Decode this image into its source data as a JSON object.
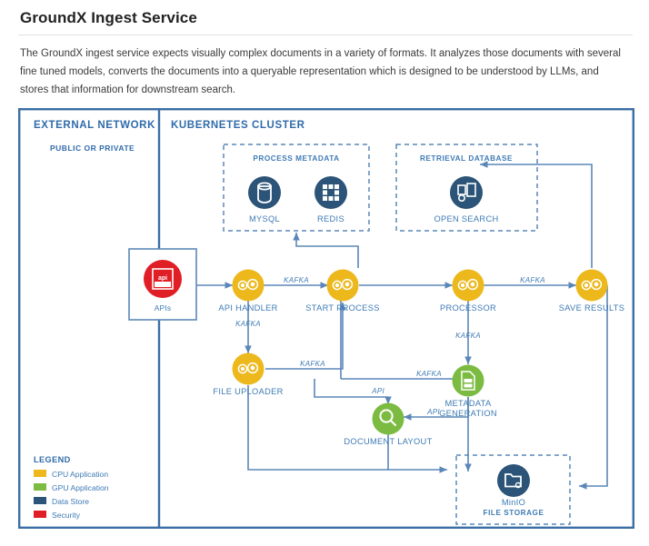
{
  "page": {
    "title": "GroundX Ingest Service",
    "intro": "The GroundX ingest service expects visually complex documents in a variety of formats. It analyzes those documents with several fine tuned models, converts the documents into a queryable representation which is designed to be understood by LLMs, and stores that information for downstream search."
  },
  "colors": {
    "blue_line": "#5b87b8",
    "blue_text": "#2f6bab",
    "dark_blue": "#1f5080",
    "cpu_yellow": "#ecb81c",
    "gpu_green": "#7cbb42",
    "security_red": "#e01e25",
    "border_blue": "#3a6ea5"
  },
  "diagram": {
    "zones": [
      {
        "id": "external-network",
        "label": "EXTERNAL NETWORK",
        "sublabel": "PUBLIC OR PRIVATE"
      },
      {
        "id": "kubernetes-cluster",
        "label": "KUBERNETES CLUSTER",
        "sublabel": ""
      }
    ],
    "groups": [
      {
        "id": "process-metadata",
        "label": "PROCESS METADATA"
      },
      {
        "id": "retrieval-database",
        "label": "RETRIEVAL DATABASE"
      },
      {
        "id": "file-storage",
        "label": "FILE STORAGE"
      }
    ],
    "nodes": [
      {
        "id": "apis",
        "label": "APIs",
        "type": "security",
        "icon": "api-icon",
        "icon_text": "api"
      },
      {
        "id": "api-handler",
        "label": "API HANDLER",
        "type": "cpu",
        "icon": "gears-icon"
      },
      {
        "id": "start-process",
        "label": "START PROCESS",
        "type": "cpu",
        "icon": "gears-icon"
      },
      {
        "id": "processor",
        "label": "PROCESSOR",
        "type": "cpu",
        "icon": "gears-icon"
      },
      {
        "id": "save-results",
        "label": "SAVE RESULTS",
        "type": "cpu",
        "icon": "gears-icon"
      },
      {
        "id": "file-uploader",
        "label": "FILE UPLOADER",
        "type": "cpu",
        "icon": "gears-icon"
      },
      {
        "id": "document-layout",
        "label": "DOCUMENT LAYOUT",
        "type": "gpu",
        "icon": "magnifier-icon"
      },
      {
        "id": "metadata-generation",
        "label": "METADATA GENERATION",
        "label_line1": "METADATA",
        "label_line2": "GENERATION",
        "type": "gpu",
        "icon": "document-server-icon"
      },
      {
        "id": "mysql",
        "label": "MYSQL",
        "type": "datastore",
        "icon": "database-cylinder-icon"
      },
      {
        "id": "redis",
        "label": "REDIS",
        "type": "datastore",
        "icon": "redis-grid-icon"
      },
      {
        "id": "open-search",
        "label": "OPEN SEARCH",
        "type": "datastore",
        "icon": "open-search-icon"
      },
      {
        "id": "minio",
        "label": "MinIO",
        "type": "datastore",
        "icon": "folder-icon"
      }
    ],
    "edge_labels": {
      "kafka": "KAFKA",
      "api": "API"
    },
    "edges": [
      {
        "from": "apis",
        "to": "api-handler",
        "label": ""
      },
      {
        "from": "api-handler",
        "to": "start-process",
        "label": "KAFKA"
      },
      {
        "from": "api-handler",
        "to": "file-uploader",
        "label": "KAFKA"
      },
      {
        "from": "file-uploader",
        "to": "start-process",
        "label": "KAFKA"
      },
      {
        "from": "start-process",
        "to": "process-metadata",
        "label": ""
      },
      {
        "from": "start-process",
        "to": "processor",
        "label": ""
      },
      {
        "from": "processor",
        "to": "save-results",
        "label": "KAFKA"
      },
      {
        "from": "processor",
        "to": "metadata-generation",
        "label": "KAFKA"
      },
      {
        "from": "processor",
        "to": "document-layout",
        "label": "API"
      },
      {
        "from": "metadata-generation",
        "to": "document-layout",
        "label": "API"
      },
      {
        "from": "metadata-generation",
        "to": "minio",
        "label": ""
      },
      {
        "from": "file-uploader",
        "to": "minio",
        "label": ""
      },
      {
        "from": "document-layout",
        "to": "minio",
        "label": ""
      },
      {
        "from": "save-results",
        "to": "open-search",
        "label": ""
      },
      {
        "from": "save-results",
        "to": "minio",
        "label": ""
      }
    ],
    "legend": {
      "title": "LEGEND",
      "items": [
        {
          "label": "CPU Application",
          "color": "#ecb81c",
          "key": "cpu"
        },
        {
          "label": "GPU Application",
          "color": "#7cbb42",
          "key": "gpu"
        },
        {
          "label": "Data Store",
          "color": "#2b5478",
          "key": "datastore"
        },
        {
          "label": "Security",
          "color": "#e01e25",
          "key": "security"
        }
      ]
    }
  }
}
